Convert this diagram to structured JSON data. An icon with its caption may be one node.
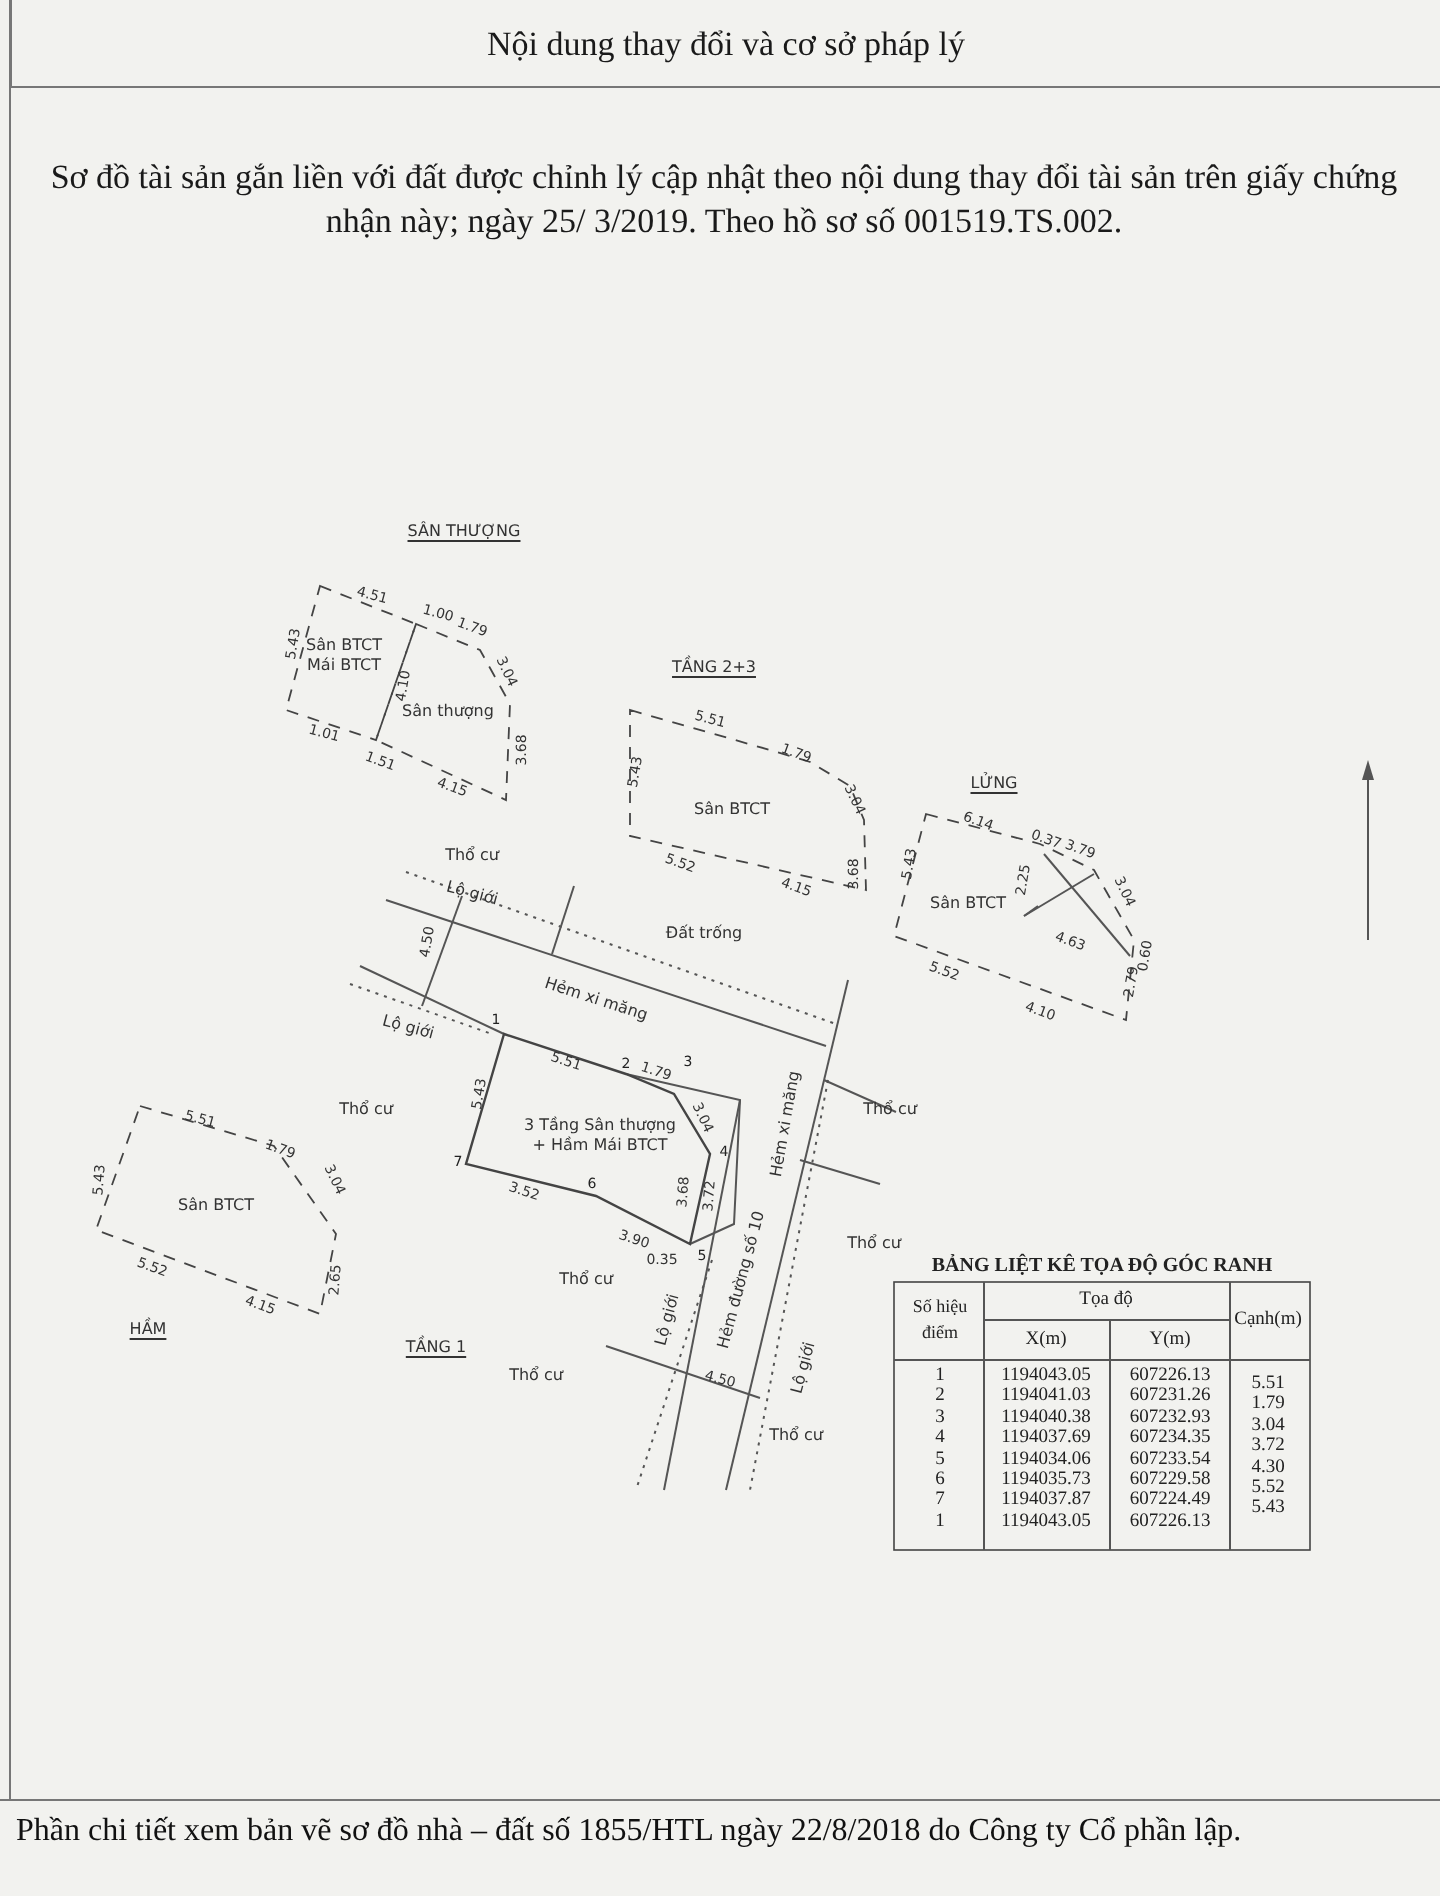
{
  "diagram": {
    "nodes": [
      {
        "text": [
          "Nội dung thay đổi và cơ sở pháp lý"
        ]
      },
      {
        "text": [
          "Sân BTCT Mái BTCT"
        ]
      },
      {
        "text": [
          "Sân thượng"
        ]
      },
      {
        "text": [
          "Sân BTCT"
        ]
      },
      {
        "text": [
          "Sân BTCT"
        ]
      },
      {
        "text": [
          "Sân BTCT"
        ]
      },
      {
        "text": [
          "3 Tầng Sân thượng + Hầm Mái BTCT"
        ]
      }
    ],
    "labels": [
      "Sơ đồ tài sản gắn liền với đất được chỉnh lý cập nhật theo nội dung thay đổi tài sản trên giấy chứng nhận này; ngày 25/ 3/2019. Theo hồ sơ số 001519.TS.002.",
      "SÂN THƯỢNG",
      "4.51",
      "1.00",
      "1.79",
      "5.43",
      "3.04",
      "4.10",
      "1.01",
      "1.51",
      "3.68",
      "4.15",
      "TẦNG 2+3",
      "5.51",
      "1.79",
      "5.43",
      "3.04",
      "3.68",
      "5.52",
      "4.15",
      "LỬNG",
      "6.14",
      "0.37",
      "3.79",
      "5.43",
      "2.25",
      "3.04",
      "4.63",
      "0.60",
      "2.79",
      "5.52",
      "4.10",
      "Thổ cư",
      "Lộ giới",
      "4.50",
      "Đất trống",
      "Hẻm xi măng",
      "Lộ giới",
      "1",
      "5.51",
      "2",
      "1.79",
      "3",
      "Thổ cư",
      "5.43",
      "3.04",
      "Hẻm xi măng",
      "Thổ cư",
      "4",
      "7",
      "3.52",
      "6",
      "3.68",
      "3.72",
      "3.90",
      "Thổ cư",
      "0.35",
      "5",
      "Thổ cư",
      "Hẻm đường số 10",
      "Lộ giới",
      "Lộ giới",
      "Thổ cư",
      "4.50",
      "Thổ cư",
      "TẦNG 1",
      "5.51",
      "1.79",
      "5.43",
      "3.04",
      "5.52",
      "2.65",
      "4.15",
      "HẦM",
      "BẢNG LIỆT KÊ TỌA ĐỘ GÓC RANH",
      "Số hiệu điểm",
      "Tọa độ",
      "Cạnh(m)",
      "X(m)",
      "Y(m)",
      "1",
      "1194043.05",
      "607226.13",
      "5.51",
      "2",
      "1194041.03",
      "607231.26",
      "1.79",
      "3",
      "1194040.38",
      "607232.93",
      "3.04",
      "4",
      "1194037.69",
      "607234.35",
      "3.72",
      "5",
      "1194034.06",
      "607233.54",
      "4.30",
      "6",
      "1194035.73",
      "607229.58",
      "5.52",
      "7",
      "1194037.87",
      "607224.49",
      "5.43",
      "1",
      "1194043.05",
      "607226.13",
      "Phần chi tiết xem bản vẽ sơ đồ nhà – đất số 1855/HTL ngày 22/8/2018 do Công ty Cổ phần lập."
    ]
  }
}
